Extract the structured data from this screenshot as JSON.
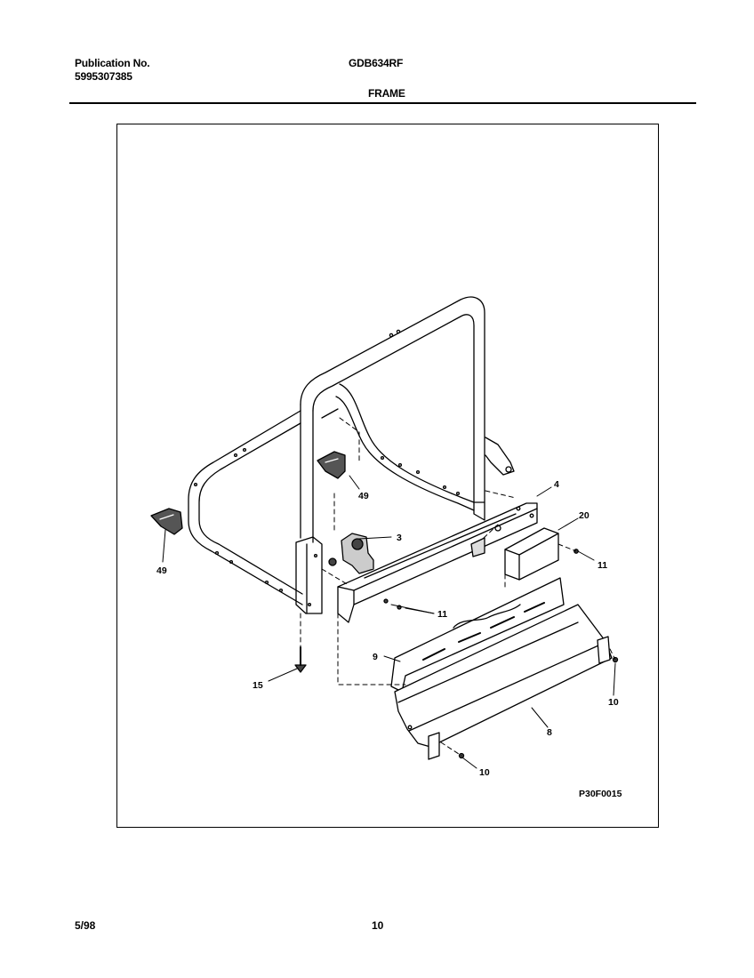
{
  "header": {
    "publication_label": "Publication No.",
    "publication_number": "5995307385",
    "model": "GDB634RF",
    "section_title": "FRAME"
  },
  "diagram": {
    "code": "P30F0015",
    "callouts": {
      "c49a": "49",
      "c49b": "49",
      "c3": "3",
      "c4": "4",
      "c20": "20",
      "c11a": "11",
      "c11b": "11",
      "c9": "9",
      "c15": "15",
      "c10a": "10",
      "c10b": "10",
      "c8": "8"
    }
  },
  "footer": {
    "date": "5/98",
    "page": "10"
  }
}
